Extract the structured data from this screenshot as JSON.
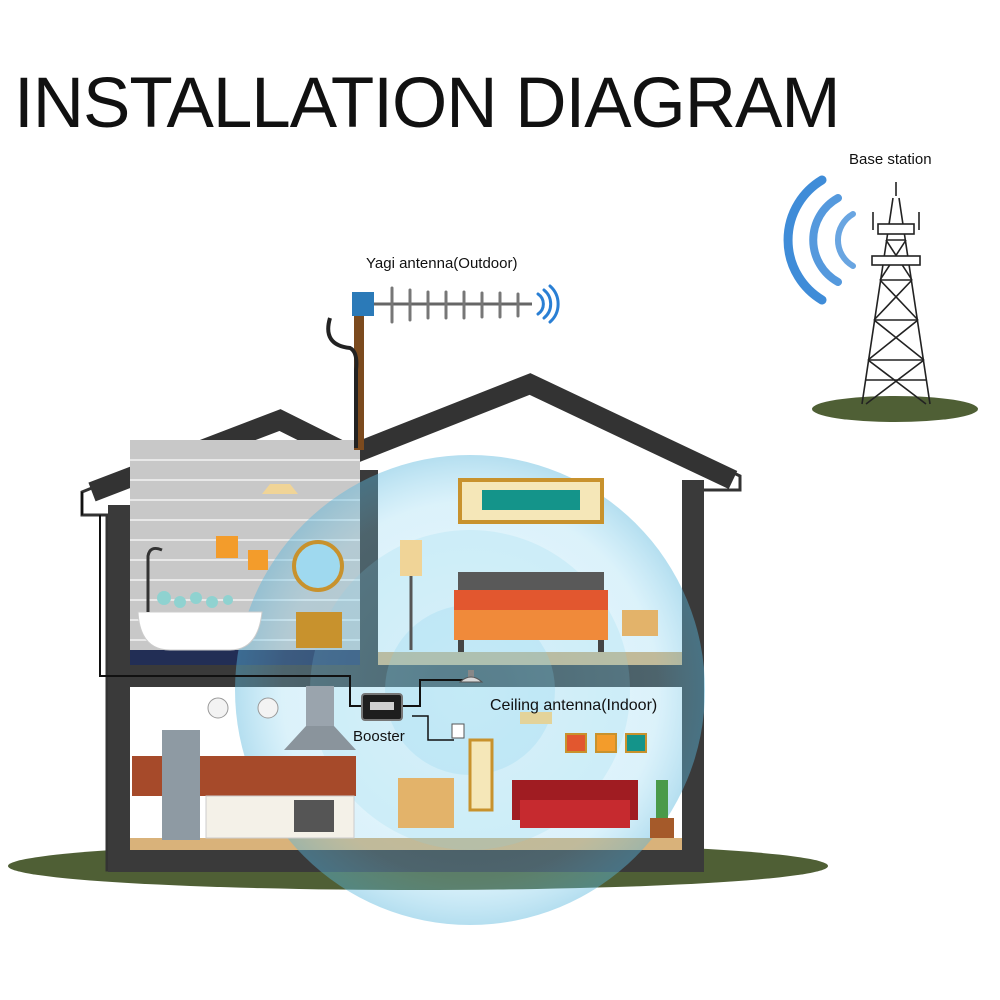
{
  "title": "INSTALLATION DIAGRAM",
  "labels": {
    "base_station": "Base station",
    "yagi_antenna": "Yagi antenna(Outdoor)",
    "booster": "Booster",
    "ceiling_antenna": "Ceiling antenna(Indoor)"
  },
  "colors": {
    "signal": "#2a7fd4",
    "house_outline": "#3a3a3a",
    "ground": "#4f5f35",
    "coverage": "#6cc4e6"
  },
  "icons": [
    "signal-waves-icon",
    "tower-icon",
    "yagi-antenna-icon",
    "booster-icon",
    "ceiling-antenna-icon",
    "bathtub-icon",
    "bed-icon",
    "sofa-icon",
    "lamp-icon"
  ]
}
